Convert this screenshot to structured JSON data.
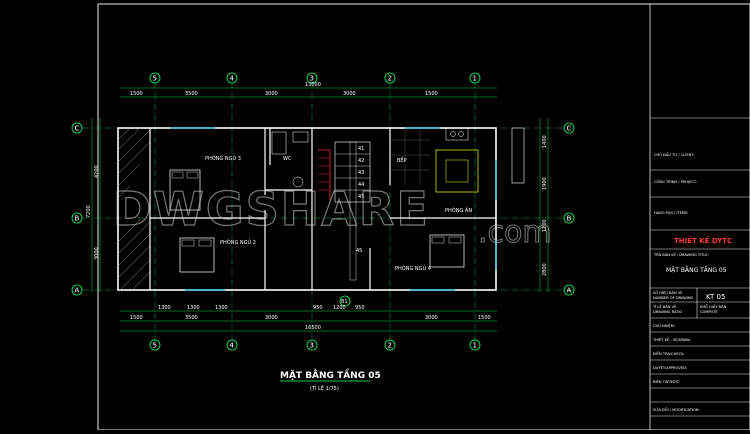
{
  "drawing": {
    "title": "MẶT BẰNG TẦNG 05",
    "scale_note": "(TỈ LỆ 1/75)",
    "watermark": "DWGSHARE",
    "watermark_domain": ".com"
  },
  "grid_axes": {
    "vertical": [
      "5",
      "4",
      "3",
      "2",
      "1"
    ],
    "horizontal": [
      "C",
      "B",
      "A"
    ],
    "sub_axis": "B1"
  },
  "dimensions": {
    "top_segments": [
      "1500",
      "3500",
      "3000",
      "3000",
      "1500"
    ],
    "top_total": "13000",
    "bottom_detail": [
      "1300",
      "1300",
      "1300",
      "950",
      "1200",
      "950"
    ],
    "bottom_segments": [
      "1500",
      "3500",
      "3000",
      "3000",
      "1500"
    ],
    "bottom_total": "16500",
    "left_segments": [
      "4200",
      "3000"
    ],
    "left_total": "7200",
    "right_segments": [
      "1400",
      "1900",
      "1200",
      "2800"
    ]
  },
  "rooms": {
    "bed_3": "PHÒNG NGỦ 3",
    "wc": "WC",
    "bed_2": "PHÒNG NGỦ 2",
    "dining": "PHÒNG ĂN",
    "bed_4": "PHÒNG NGỦ 4",
    "kitchen": "BẾP",
    "stair_nums": [
      "41",
      "42",
      "43",
      "44",
      "45"
    ],
    "stair_lower": "45"
  },
  "title_block": {
    "rows": [
      "CHỦ ĐẦU TƯ / CLIENT:",
      "CÔNG TRÌNH / PROJECT:",
      "HẠNG MỤC/ ITEMS:"
    ],
    "brand": "THIẾT KẾ DYTC",
    "drawing_name_label": "TÊN BẢN VẼ / DRAWING TITLE:",
    "drawing_name": "MẶT BẰNG TẦNG 05",
    "number_label": "SỐ HIỆU BẢN VẼ",
    "number_label_en": "NUMBER OF DRAWING",
    "number": "KT 05",
    "scale_label": "TỈ LỆ BẢN VẼ",
    "scale_label_en": "DRAWING RATIO",
    "size_label": "KHỔ GIẤY BẢN",
    "size_label_en": "COMPUTE",
    "footer_rows": [
      "CHỦ NHIỆM:",
      "THIẾT KẾ - VẼ/DRAW:",
      "KIỂM TRA/CHECK:",
      "DUYỆT/APPROVED:",
      "BIÊN TẬP/EDIT:",
      "SỬA ĐỔI / MODIFICATION:"
    ]
  }
}
